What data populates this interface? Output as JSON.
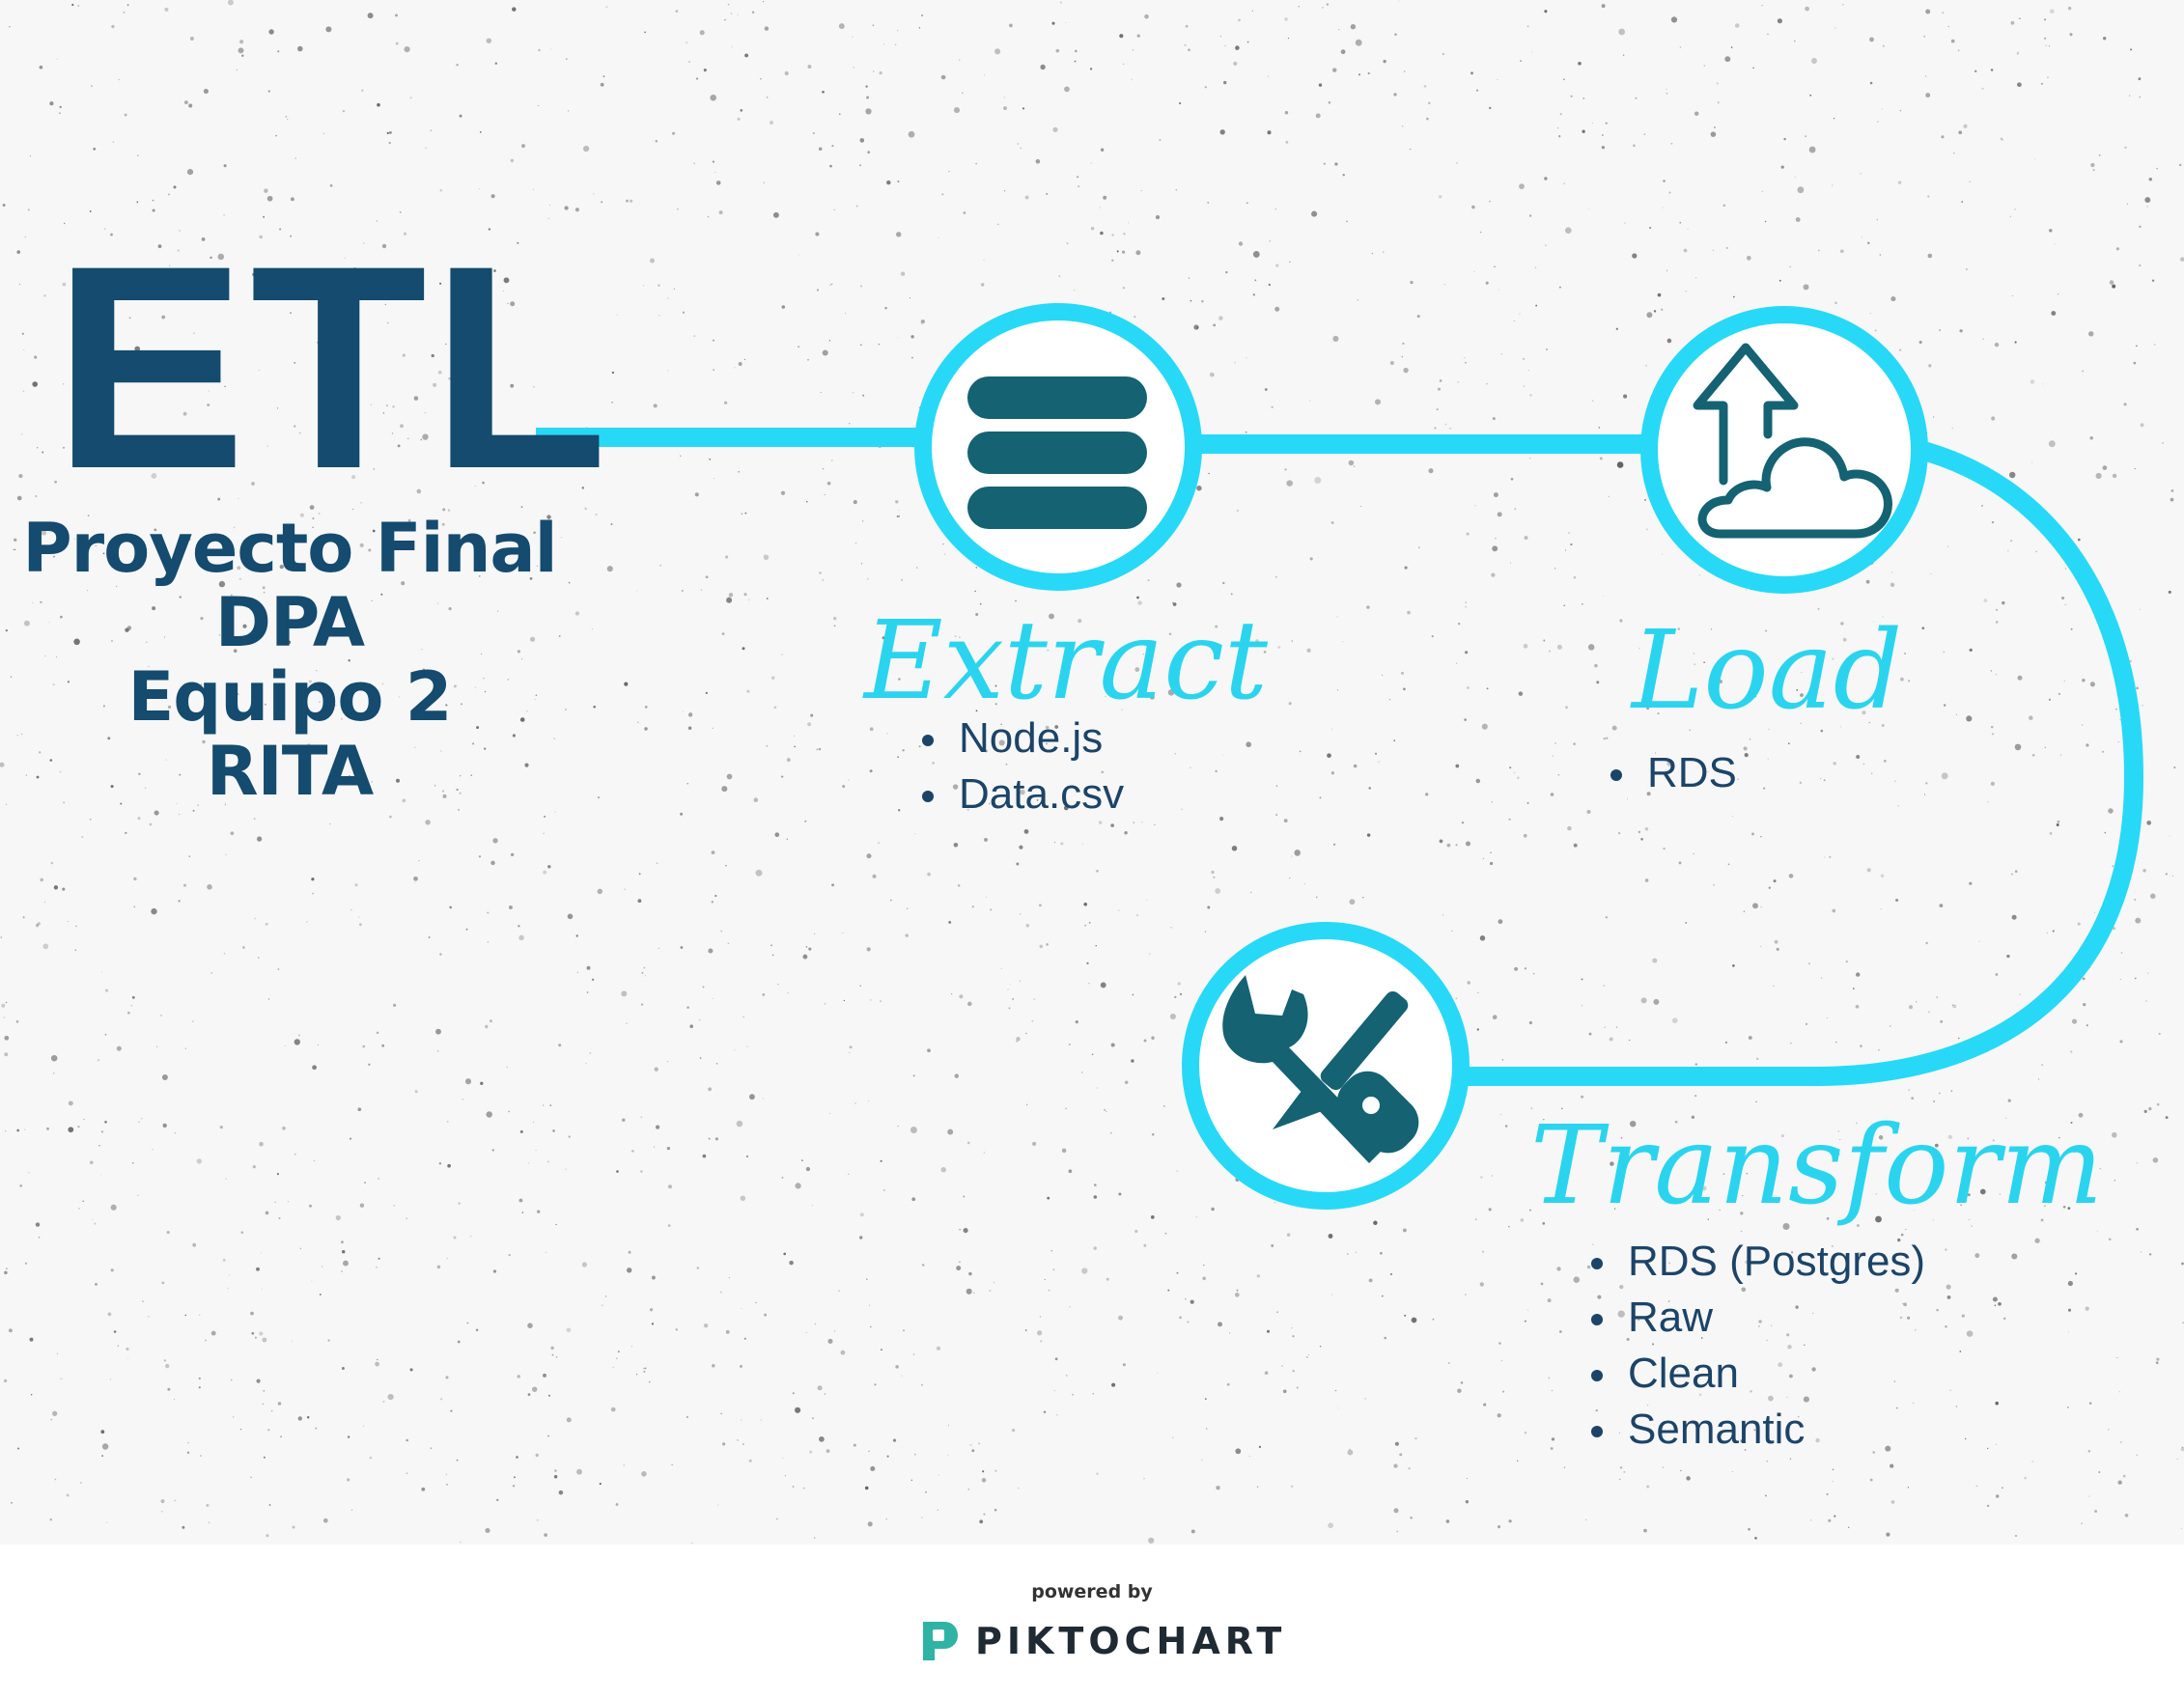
{
  "header": {
    "title": "ETL",
    "subtitle_lines": [
      "Proyecto Final",
      "DPA",
      "Equipo 2",
      "RITA"
    ]
  },
  "stages": {
    "extract": {
      "label": "Extract",
      "icon": "database-icon",
      "items": [
        "Node.js",
        "Data.csv"
      ]
    },
    "load": {
      "label": "Load",
      "icon": "cloud-upload-icon",
      "items": [
        "RDS"
      ]
    },
    "transform": {
      "label": "Transform",
      "icon": "wrench-screwdriver-icon",
      "items": [
        "RDS (Postgres)",
        "Raw",
        "Clean",
        "Semantic"
      ]
    }
  },
  "footer": {
    "powered_by": "powered by",
    "brand": "PIKTOCHART"
  },
  "colors": {
    "connector": "#27d9f7",
    "icon_fill": "#146272",
    "title": "#144b6e",
    "stage_label": "#2bd4ee",
    "list_text": "#1c4468"
  }
}
